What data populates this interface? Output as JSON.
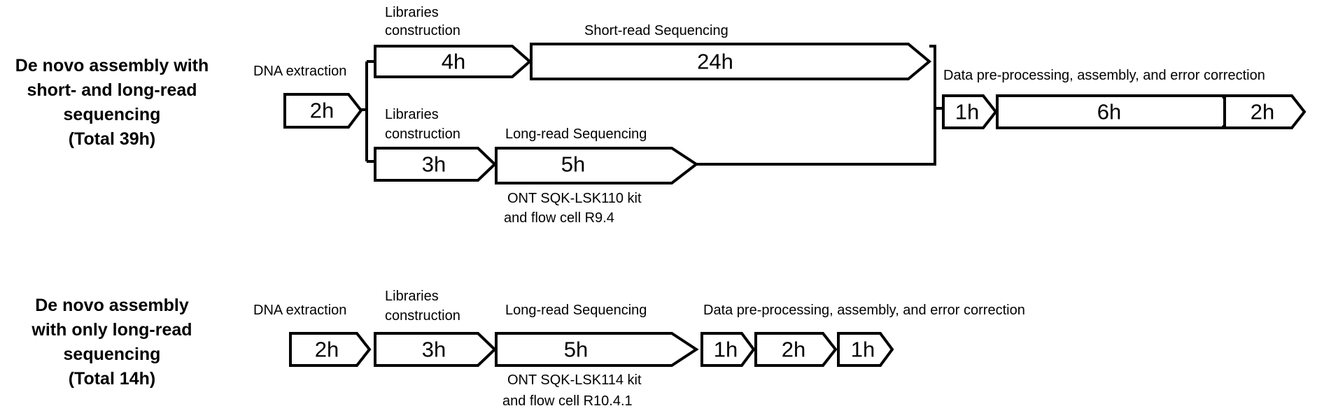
{
  "workflow1": {
    "title_lines": [
      "De novo assembly with",
      "short- and long-read",
      "sequencing",
      "(Total 39h)"
    ],
    "dna_extraction": {
      "label": "DNA extraction",
      "duration": "2h"
    },
    "short_libraries": {
      "label_lines": [
        "Libraries",
        "construction"
      ],
      "duration": "4h"
    },
    "short_sequencing": {
      "label": "Short-read Sequencing",
      "duration": "24h"
    },
    "long_libraries": {
      "label_lines": [
        "Libraries",
        "construction"
      ],
      "duration": "3h"
    },
    "long_sequencing": {
      "label": "Long-read Sequencing",
      "duration": "5h",
      "note_lines": [
        "ONT SQK-LSK110 kit",
        "and flow cell R9.4"
      ]
    },
    "data_processing": {
      "label": "Data pre-processing, assembly, and error correction",
      "durations": [
        "1h",
        "6h",
        "2h"
      ]
    }
  },
  "workflow2": {
    "title_lines": [
      "De novo assembly",
      "with only long-read",
      "sequencing",
      "(Total 14h)"
    ],
    "dna_extraction": {
      "label": "DNA extraction",
      "duration": "2h"
    },
    "libraries": {
      "label_lines": [
        "Libraries",
        "construction"
      ],
      "duration": "3h"
    },
    "long_sequencing": {
      "label": "Long-read Sequencing",
      "duration": "5h",
      "note_lines": [
        "ONT SQK-LSK114 kit",
        "and flow cell R10.4.1"
      ]
    },
    "data_processing": {
      "label": "Data pre-processing, assembly, and error correction",
      "durations": [
        "1h",
        "2h",
        "1h"
      ]
    }
  }
}
